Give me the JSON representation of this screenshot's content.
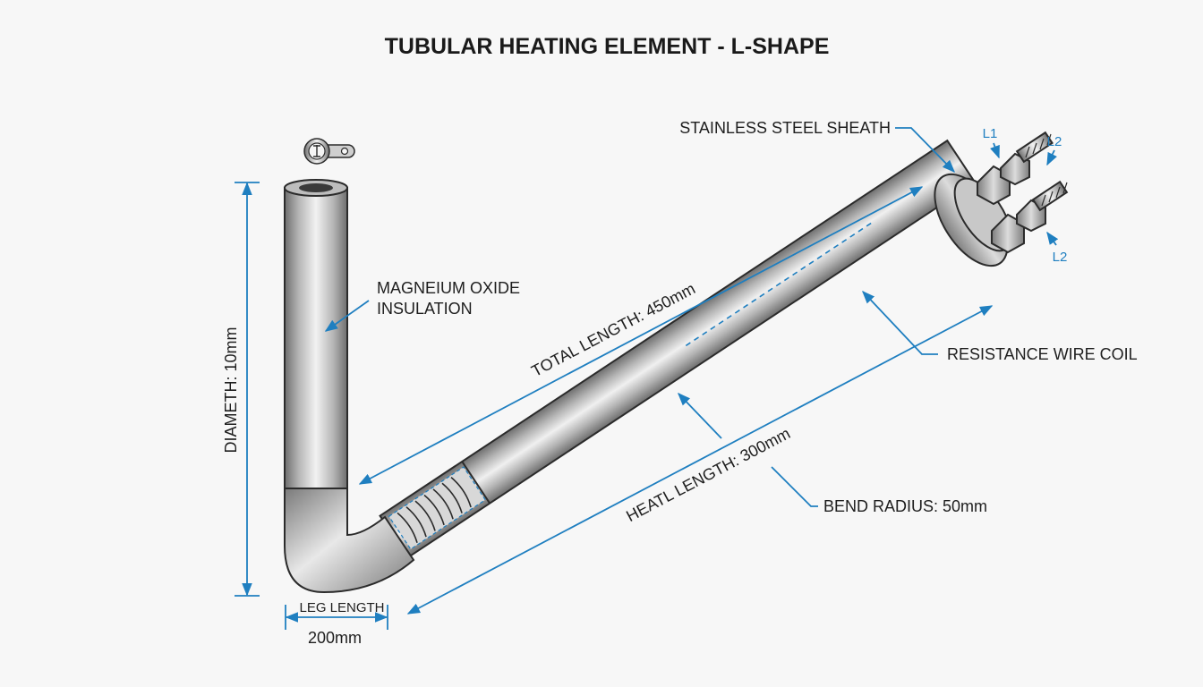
{
  "title": "TUBULAR HEATING ELEMENT - L-SHAPE",
  "labels": {
    "sheath": "STAINLESS STEEL SHEATH",
    "insulation_line1": "MAGNEIUM OXIDE",
    "insulation_line2": "INSULATION",
    "coil": "RESISTANCE WIRE COIL",
    "total_length": "TOTAL LENGTH: 450mm",
    "heated_length": "HEATL LENGTH: 300mm",
    "bend_radius": "BEND RADIUS: 50mm",
    "diameter": "DIAMETH: 10mm",
    "leg_length_label": "LEG LENGTH",
    "leg_length_value": "200mm"
  },
  "terminals": {
    "top_left": "L1",
    "top_right": "L2",
    "bottom": "L2"
  },
  "colors": {
    "dimension": "#1f7fc0",
    "metal_light": "#eeeeee",
    "metal_mid": "#b4b4b4",
    "metal_dark": "#6e6e6e",
    "outline": "#2b2b2b"
  },
  "icons": [
    "ring-terminal-icon"
  ]
}
